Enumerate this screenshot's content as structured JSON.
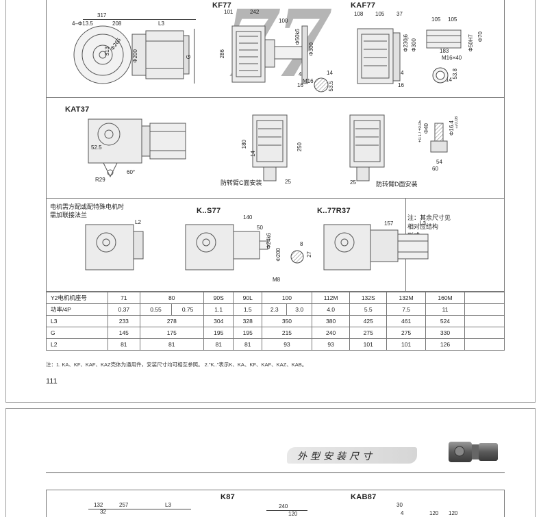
{
  "top_section": {
    "labels": {
      "kf77": "KF77",
      "kaf77": "KAF77"
    },
    "watermark": "77",
    "dims_left": {
      "d317": "317",
      "d208": "208",
      "dL3": "L3",
      "dhole": "4–Φ13.5",
      "d313": "313",
      "d265": "Φ265",
      "d200": "Φ200",
      "dG": "G"
    },
    "dims_kf77": {
      "d101": "101",
      "d242": "242",
      "d100": "100",
      "d286": "286",
      "d50k6": "Φ50k6",
      "d300": "Φ300",
      "d4": "4",
      "d16": "16",
      "dM16": "M16",
      "d14": "14",
      "d535": "53.5"
    },
    "dims_kaf77": {
      "d108": "108",
      "d105": "105",
      "d37": "37",
      "d230j6": "Φ230j6",
      "d300b": "Φ300",
      "d4b": "4",
      "d16b": "16"
    },
    "dims_shaft": {
      "d105a": "105",
      "d105b": "105",
      "d50h7": "Φ50H7",
      "d70": "Φ70",
      "d183": "183",
      "dm16": "M16×40",
      "d538": "53.8",
      "d14": "14"
    }
  },
  "kat_section": {
    "label": "KAT37",
    "dims": {
      "d525": "52.5",
      "r29": "R29",
      "a60": "60°",
      "d180": "180",
      "d14": "14",
      "d250": "250",
      "d25a": "25",
      "d25b": "25",
      "d40": "Φ40",
      "d164": "Φ16.4",
      "d54": "54",
      "d603": "60",
      "d40tol": "+0.1 / +0.05",
      "d164tol": "±0.08"
    },
    "notes": {
      "c_face": "防转臂C面安装",
      "d_face": "防转臂D面安装"
    }
  },
  "motor_section": {
    "note": "电机需方配或配特殊电机时\n需加联接法兰",
    "l2": "L2",
    "ks77": {
      "label": "K..S77",
      "d140": "140",
      "d50": "50",
      "d24k6": "Φ24k6",
      "d200": "Φ200",
      "d8": "8",
      "d27": "27",
      "dM8": "M8"
    },
    "k77r37": {
      "label": "K..77R37",
      "d157": "157",
      "dL3": "L3"
    },
    "side_note": "注：其余尺寸见\n相对应结构\n形式"
  },
  "spec_table": {
    "rows": [
      {
        "label": "Y2电机机座号",
        "cells": [
          "71",
          "80",
          "90S",
          "90L",
          "100",
          "112M",
          "132S",
          "132M",
          "160M"
        ]
      },
      {
        "label": "功率/4P",
        "cells": [
          "0.37",
          "0.55",
          "0.75",
          "1.1",
          "1.5",
          "2.3",
          "3.0",
          "4.0",
          "5.5",
          "7.5",
          "11"
        ]
      },
      {
        "label": "L3",
        "cells": [
          "233",
          "278",
          "304",
          "328",
          "350",
          "380",
          "425",
          "461",
          "524"
        ]
      },
      {
        "label": "G",
        "cells": [
          "145",
          "175",
          "195",
          "195",
          "215",
          "240",
          "275",
          "275",
          "330"
        ]
      },
      {
        "label": "L2",
        "cells": [
          "81",
          "81",
          "81",
          "81",
          "93",
          "93",
          "101",
          "101",
          "126"
        ]
      }
    ]
  },
  "footnote": "注：1. KA、KF、KAF、KAZ壳体为通用件，安装尺寸均可相互参照。   2.\"K..\"表示K、KA、KF、KAF、KAZ、KAB。",
  "page_number": "111",
  "page2": {
    "banner": "外型安装尺寸",
    "labels": {
      "k87": "K87",
      "kab87": "KAB87"
    },
    "dims": {
      "d132": "132",
      "d257": "257",
      "dL3": "L3",
      "d32": "32",
      "d240": "240",
      "d120": "120",
      "d30": "30",
      "d4": "4",
      "d120b": "120",
      "d120c": "120"
    }
  }
}
